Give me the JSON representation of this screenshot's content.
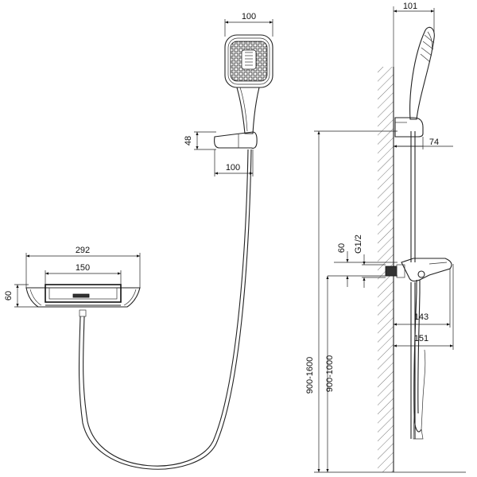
{
  "dimensions": {
    "head_width": "100",
    "holder_height": "48",
    "holder_width": "100",
    "mixer_width": "292",
    "shelf_width": "150",
    "mixer_height": "60",
    "side_depth": "101",
    "holder_depth": "74",
    "inlet_height": "60",
    "thread": "G1/2",
    "spout_depth_143": "143",
    "spout_depth_151": "151",
    "rail_height_range": "900-1600",
    "mixer_height_range": "900-1000"
  },
  "colors": {
    "line": "#222222",
    "background": "#ffffff"
  }
}
